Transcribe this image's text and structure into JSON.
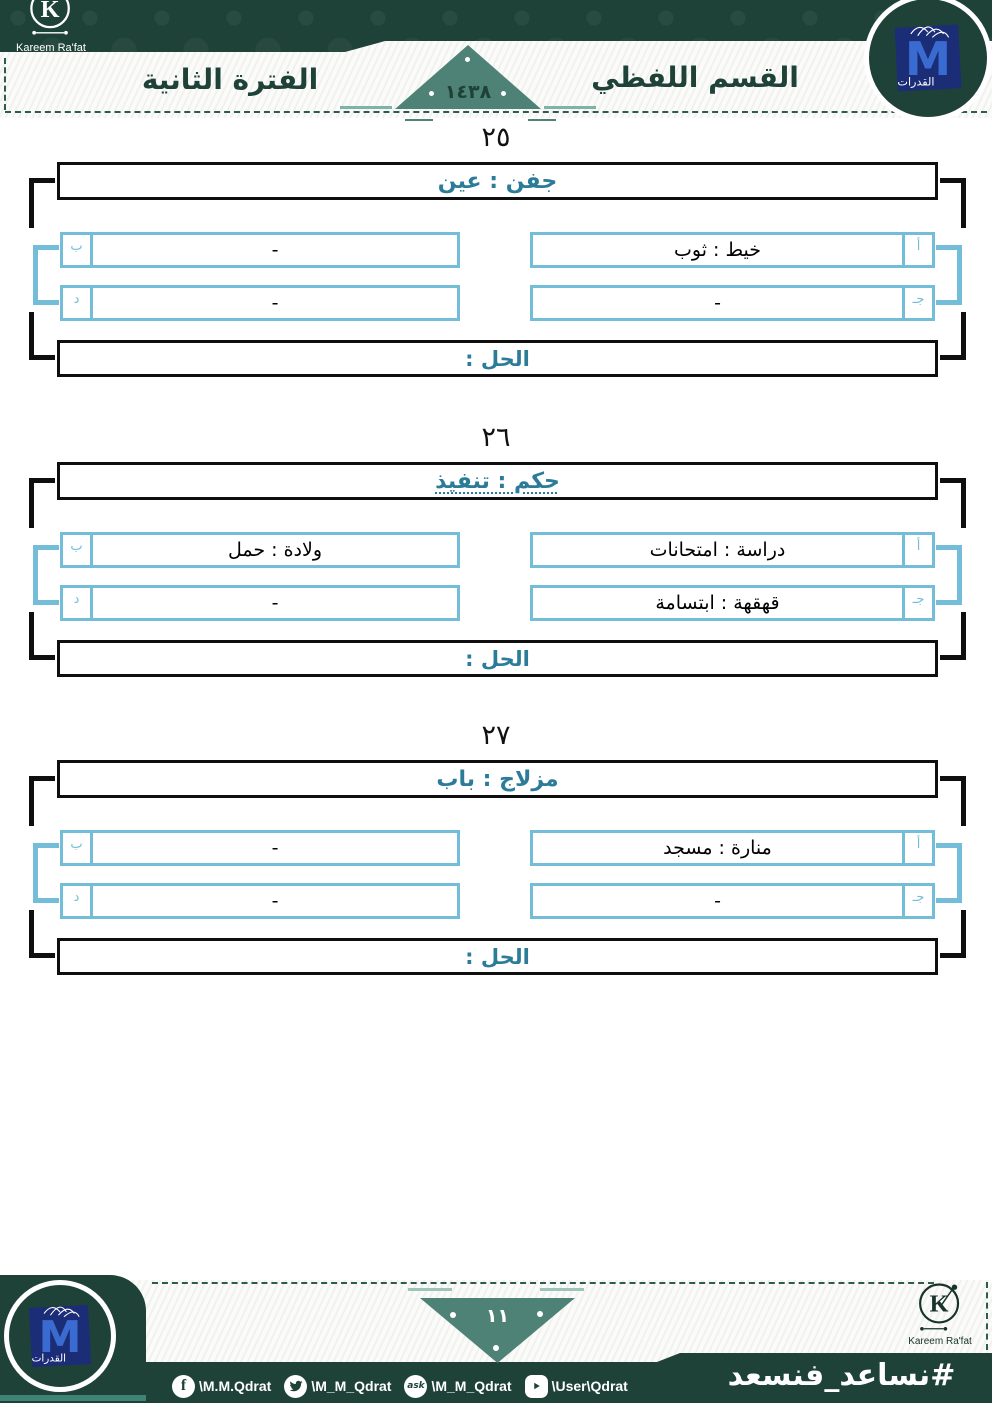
{
  "colors": {
    "dark_green": "#1e4238",
    "teal_text": "#2c7c99",
    "option_blue": "#74bdd8",
    "triangle_green": "#4f8276"
  },
  "header": {
    "brand": "Kareem Ra'fat",
    "section_title": "القسم اللفظي",
    "period_title": "الفترة الثانية",
    "year": "١٤٣٨",
    "logo_text": "القدرات"
  },
  "labels": {
    "solution": "الحل :"
  },
  "questions": [
    {
      "number": "٢٥",
      "stem": "جفن : عين",
      "options": [
        {
          "letter": "أ",
          "text": "خيط : ثوب"
        },
        {
          "letter": "ب",
          "text": "-"
        },
        {
          "letter": "جـ",
          "text": "-"
        },
        {
          "letter": "د",
          "text": "-"
        }
      ]
    },
    {
      "number": "٢٦",
      "stem": "حكم : تنفيذ",
      "options": [
        {
          "letter": "أ",
          "text": "دراسة : امتحانات"
        },
        {
          "letter": "ب",
          "text": "ولادة : حمل"
        },
        {
          "letter": "جـ",
          "text": "قهقهة : ابتسامة"
        },
        {
          "letter": "د",
          "text": "-"
        }
      ]
    },
    {
      "number": "٢٧",
      "stem": "مزلاج : باب",
      "options": [
        {
          "letter": "أ",
          "text": "منارة : مسجد"
        },
        {
          "letter": "ب",
          "text": "-"
        },
        {
          "letter": "جـ",
          "text": "-"
        },
        {
          "letter": "د",
          "text": "-"
        }
      ]
    }
  ],
  "footer": {
    "page_number": "١١",
    "hashtag": "#نساعد_فنسعد",
    "brand": "Kareem Ra'fat",
    "logo_text": "القدرات",
    "social": [
      {
        "icon": "facebook-icon",
        "handle": "\\M.M.Qdrat"
      },
      {
        "icon": "twitter-icon",
        "handle": "\\M_M_Qdrat"
      },
      {
        "icon": "ask-icon",
        "handle": "\\M_M_Qdrat"
      },
      {
        "icon": "youtube-icon",
        "handle": "\\User\\Qdrat"
      }
    ]
  }
}
